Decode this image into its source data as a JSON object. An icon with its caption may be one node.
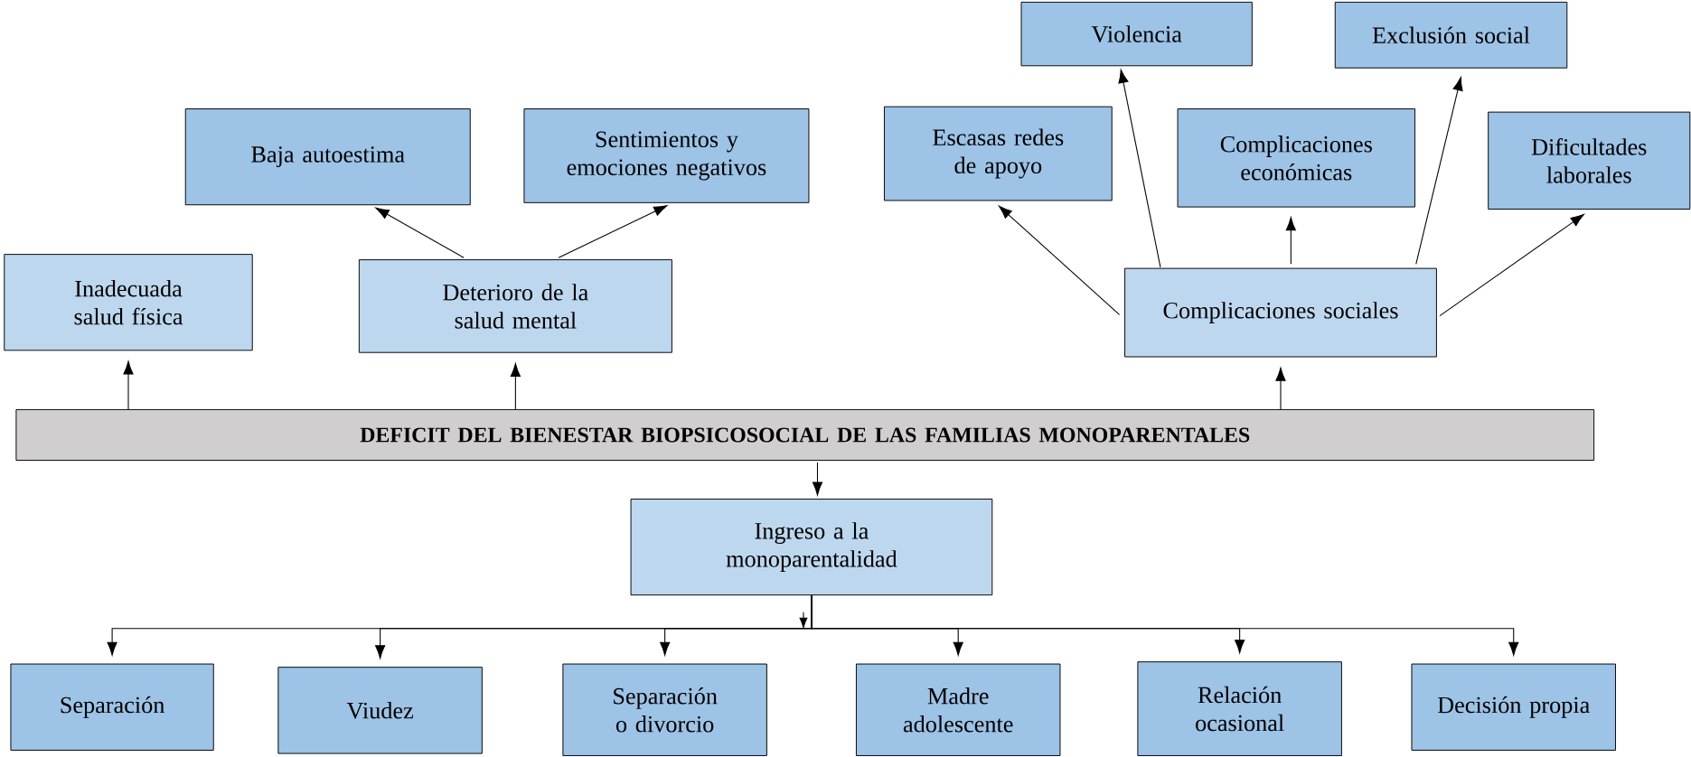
{
  "diagram": {
    "nodes": [
      {
        "text": [
          "Baja autoestima"
        ]
      },
      {
        "text": [
          "Sentimientos y emociones negativos"
        ]
      },
      {
        "text": [
          "Violencia"
        ]
      },
      {
        "text": [
          "Exclusión social"
        ]
      },
      {
        "text": [
          "Escasas redes de apoyo"
        ]
      },
      {
        "text": [
          "Complicaciones económicas"
        ]
      },
      {
        "text": [
          "Dificultades laborales"
        ]
      },
      {
        "text": [
          "Inadecuada salud física"
        ]
      },
      {
        "text": [
          "Deterioro de la salud mental"
        ]
      },
      {
        "text": [
          "Complicaciones sociales"
        ]
      },
      {
        "text": [
          "DEFICIT DEL BIENESTAR BIOPSICOSOCIAL DE LAS FAMILIAS MONOPARENTALES"
        ]
      },
      {
        "text": [
          "Ingreso a la monoparentalidad"
        ]
      },
      {
        "text": [
          "Separación"
        ]
      },
      {
        "text": [
          "Viudez"
        ]
      },
      {
        "text": [
          "Separación o divorcio"
        ]
      },
      {
        "text": [
          "Madre adolescente"
        ]
      },
      {
        "text": [
          "Relación ocasional"
        ]
      },
      {
        "text": [
          "Decisión propia"
        ]
      }
    ],
    "edges": [
      {
        "from": 10,
        "to": 7,
        "arrow": "to"
      },
      {
        "from": 10,
        "to": 8,
        "arrow": "to"
      },
      {
        "from": 10,
        "to": 9,
        "arrow": "to"
      },
      {
        "from": 8,
        "to": 0,
        "arrow": "to"
      },
      {
        "from": 8,
        "to": 1,
        "arrow": "to"
      },
      {
        "from": 9,
        "to": 4,
        "arrow": "to"
      },
      {
        "from": 9,
        "to": 2,
        "arrow": "to"
      },
      {
        "from": 9,
        "to": 5,
        "arrow": "to"
      },
      {
        "from": 9,
        "to": 3,
        "arrow": "to"
      },
      {
        "from": 9,
        "to": 6,
        "arrow": "to"
      },
      {
        "from": 10,
        "to": 11,
        "arrow": "to"
      },
      {
        "from": 11,
        "to": 12,
        "arrow": "to"
      },
      {
        "from": 11,
        "to": 13,
        "arrow": "to"
      },
      {
        "from": 11,
        "to": 14,
        "arrow": "to"
      },
      {
        "from": 11,
        "to": 15,
        "arrow": "to"
      },
      {
        "from": 11,
        "to": 16,
        "arrow": "to"
      },
      {
        "from": 11,
        "to": 17,
        "arrow": "to"
      }
    ]
  }
}
